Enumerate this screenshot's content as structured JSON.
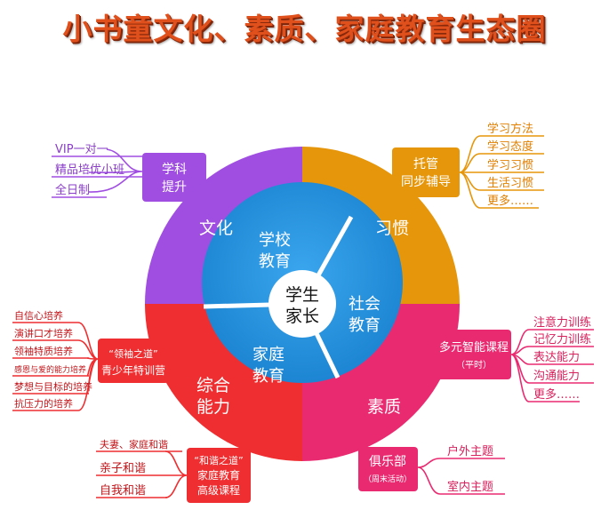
{
  "title": "小书童文化、素质、家庭教育生态圈",
  "center": {
    "line1": "学生",
    "line2": "家长"
  },
  "outer_segments": {
    "culture": {
      "label": "文化",
      "color": "#a04ee2"
    },
    "habit": {
      "label": "习惯",
      "color": "#e6960a"
    },
    "quality": {
      "label": "素质",
      "color": "#ea2a70"
    },
    "ability": {
      "label": "综合 能力",
      "line1": "综合",
      "line2": "能力",
      "color": "#ee2e30"
    }
  },
  "inner_segments": {
    "school": {
      "line1": "学校",
      "line2": "教育"
    },
    "society": {
      "line1": "社会",
      "line2": "教育"
    },
    "family": {
      "line1": "家庭",
      "line2": "教育"
    },
    "inner_color": "#1e8fdc"
  },
  "branches": {
    "academic": {
      "line1": "学科",
      "line2": "提升",
      "color": "#a04ee2",
      "items": [
        "VIP一对一",
        "精品培优小班",
        "全日制"
      ]
    },
    "tutoring": {
      "line1": "托管",
      "line2": "同步辅导",
      "color": "#e6960a",
      "items": [
        "学习方法",
        "学习态度",
        "学习习惯",
        "生活习惯",
        "更多……"
      ]
    },
    "smart": {
      "line1": "多元智能课程",
      "line2": "（平时）",
      "color": "#ea2a70",
      "items": [
        "注意力训练",
        "记忆力训练",
        "表达能力",
        "沟通能力",
        "更多……"
      ]
    },
    "club": {
      "line1": "俱乐部",
      "line2": "（周末活动）",
      "color": "#ea2a70",
      "items": [
        "户外主题",
        "室内主题"
      ]
    },
    "leader": {
      "line1": "“领袖之道”",
      "line2": "青少年特训营",
      "color": "#ee2e30",
      "items": [
        "自信心培养",
        "演讲口才培养",
        "领袖特质培养",
        "感恩与爱的能力培养",
        "梦想与目标的培养",
        "抗压力的培养"
      ]
    },
    "harmony": {
      "line1": "“和谐之道”",
      "line2": "家庭教育",
      "line3": "高级课程",
      "color": "#ee2e30",
      "items": [
        "夫妻、家庭和谐",
        "亲子和谐",
        "自我和谐"
      ]
    }
  }
}
